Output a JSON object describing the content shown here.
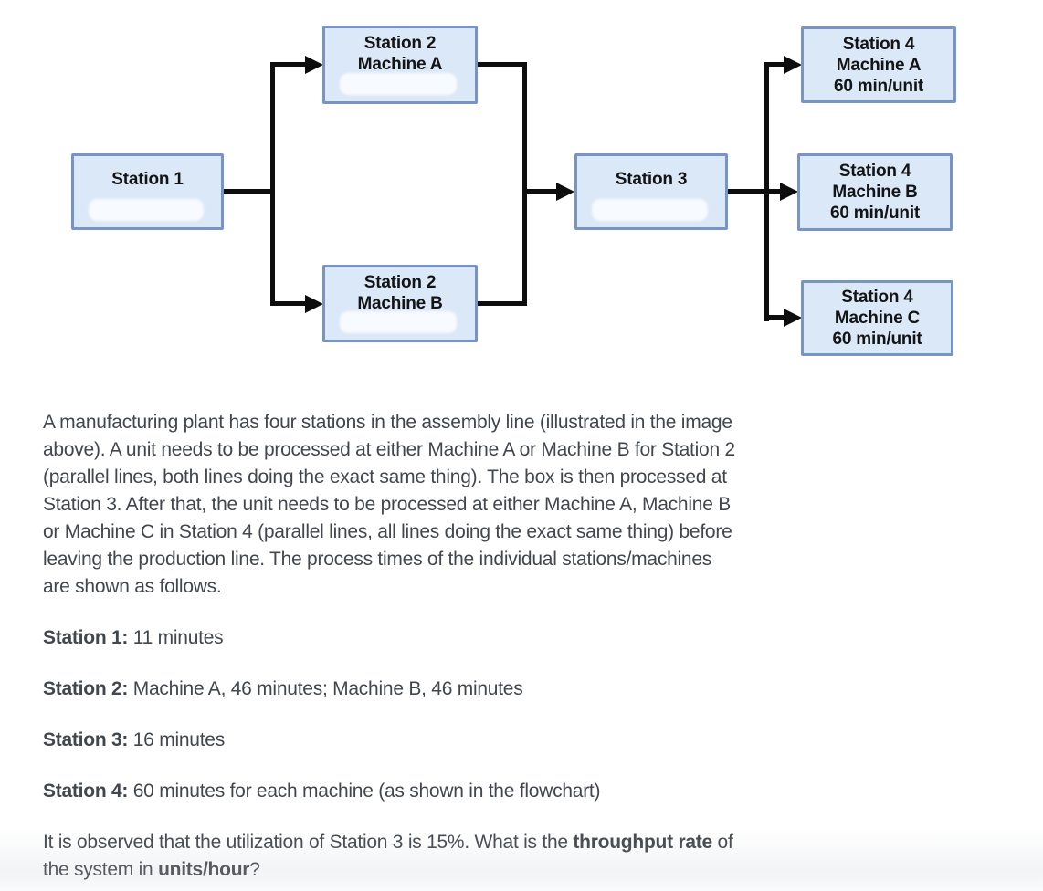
{
  "diagram": {
    "colors": {
      "box_fill": "#dbe8f8",
      "box_border": "#7694c5",
      "connector": "#0d0d0d"
    },
    "boxes": [
      {
        "id": "station-1",
        "lines": [
          "Station 1"
        ]
      },
      {
        "id": "station-2-machine-a",
        "lines": [
          "Station 2",
          "Machine A"
        ]
      },
      {
        "id": "station-2-machine-b",
        "lines": [
          "Station 2",
          "Machine B"
        ]
      },
      {
        "id": "station-3",
        "lines": [
          "Station 3"
        ]
      },
      {
        "id": "station-4-machine-a",
        "lines": [
          "Station 4",
          "Machine A",
          "60 min/unit"
        ]
      },
      {
        "id": "station-4-machine-b",
        "lines": [
          "Station 4",
          "Machine B",
          "60 min/unit"
        ]
      },
      {
        "id": "station-4-machine-c",
        "lines": [
          "Station 4",
          "Machine C",
          "60 min/unit"
        ]
      }
    ]
  },
  "paragraph": {
    "lines": [
      "A manufacturing plant has four stations in the assembly line (illustrated in the image",
      "above). A unit needs to be processed at either Machine A or Machine B for Station 2",
      "(parallel lines, both lines doing the exact same thing). The box is then processed at",
      "Station 3. After that, the unit needs to be processed at either Machine A, Machine B",
      "or Machine C in Station 4 (parallel lines, all lines doing the exact same thing) before",
      "leaving the production line. The process times of the individual stations/machines",
      "are shown as follows."
    ]
  },
  "process_times": [
    {
      "label": "Station 1:",
      "value": " 11 minutes"
    },
    {
      "label": "Station 2:",
      "value": " Machine A, 46 minutes; Machine B, 46 minutes"
    },
    {
      "label": "Station 3:",
      "value": " 16 minutes"
    },
    {
      "label": "Station 4:",
      "value": " 60 minutes for each machine (as shown in the flowchart)"
    }
  ],
  "question": {
    "line1_pre": "It is observed that the utilization of Station 3 is 15%. What is the ",
    "line1_bold": "throughput rate",
    "line1_post": " of",
    "line2_pre": "the system in ",
    "line2_bold": "units/hour",
    "line2_post": "?"
  }
}
